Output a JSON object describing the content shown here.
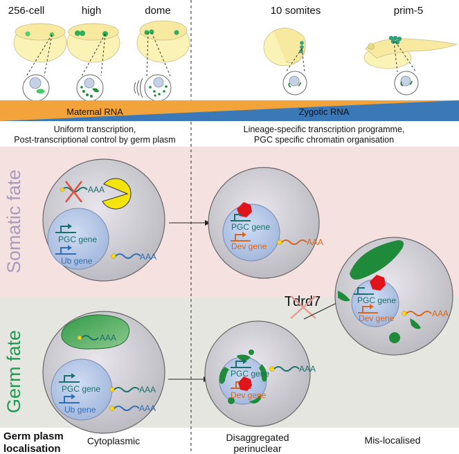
{
  "stages": [
    "256-cell",
    "high",
    "dome",
    "10 somites",
    "prim-5"
  ],
  "banner": {
    "maternal_label": "Maternal RNA",
    "zygotic_label": "Zygotic RNA",
    "maternal_color": "#f2a33a",
    "zygotic_color": "#3a78b8"
  },
  "descriptions": {
    "left": [
      "Uniform transcription,",
      "Post-transcriptional control by germ plasm"
    ],
    "right": [
      "Lineage-specific transcription programme,",
      "PGC specific chromatin organisation"
    ]
  },
  "fate_labels": {
    "somatic": "Somatic fate",
    "germ": "Germ fate",
    "somatic_color": "#a99bbd",
    "germ_color": "#1f9a52"
  },
  "genes": {
    "pgc": "PGC gene",
    "ub": "Ub gene",
    "dev": "Dev gene",
    "poly_a": "AAA"
  },
  "tdrd7": "Tdrd7",
  "bottom": {
    "row_label": [
      "Germ plasm",
      "localisation"
    ],
    "cytoplasmic": "Cytoplasmic",
    "disaggregated": [
      "Disaggregated",
      "perinuclear"
    ],
    "mislocalised": "Mis-localised"
  },
  "colors": {
    "somatic_bg": "#f6e1e1",
    "germ_bg": "#e5e6df",
    "germ_plasm": "#1f8a3a",
    "gene_teal": "#1b6f6a",
    "gene_blue": "#2d6db5",
    "gene_orange": "#d9661f",
    "repressor": "#e0141a",
    "degrader": "#f5e30c"
  }
}
